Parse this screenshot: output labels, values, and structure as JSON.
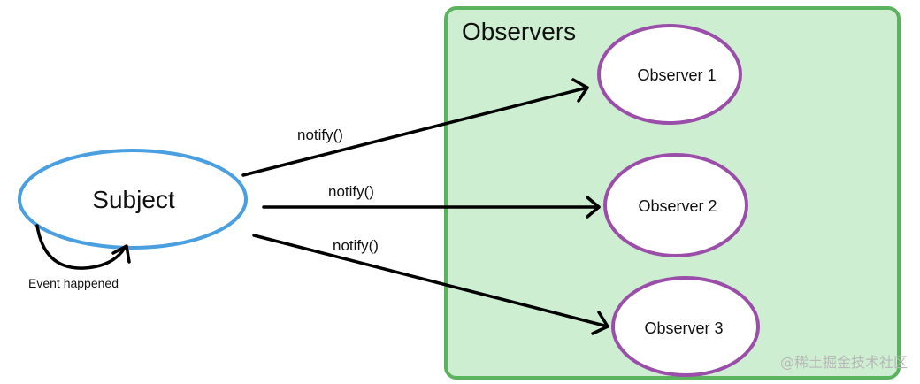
{
  "group": {
    "title": "Observers",
    "fill": "#cdeed1",
    "stroke": "#5cb35f"
  },
  "subject": {
    "label": "Subject",
    "stroke": "#4a9fe0"
  },
  "observers": [
    {
      "label": "Observer 1"
    },
    {
      "label": "Observer 2"
    },
    {
      "label": "Observer 3"
    }
  ],
  "observer_stroke": "#9b4ea9",
  "arrows": [
    {
      "label": "notify()"
    },
    {
      "label": "notify()"
    },
    {
      "label": "notify()"
    }
  ],
  "self_loop": {
    "label": "Event happened"
  },
  "watermark": "@稀土掘金技术社区"
}
